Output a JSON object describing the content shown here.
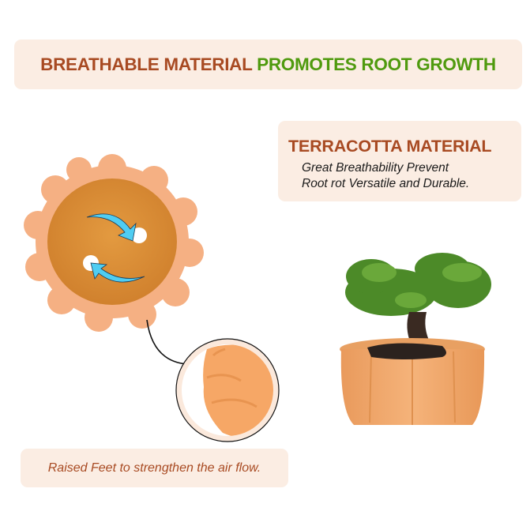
{
  "banner": {
    "part1": "BREATHABLE MATERIAL",
    "part2": "PROMOTES ROOT GROWTH",
    "colors": {
      "part1": "#a84a22",
      "part2": "#4f9a0e",
      "background": "#fbede3"
    }
  },
  "feature": {
    "title": "TERRACOTTA MATERIAL",
    "description_lines": [
      "Great Breathability Prevent",
      "Root rot Versatile and Durable."
    ]
  },
  "note": {
    "text": "Raised Feet to strengthen the air flow."
  },
  "images": {
    "pot_top_view": "terracotta-pot-top-view-with-drainage-holes",
    "drainage_arrows": "blue-curved-arrows-icon",
    "zoom_detail": "raised-feet-closeup",
    "bonsai": "bonsai-tree-in-terracotta-pot"
  },
  "colors": {
    "terracotta": "#f2a36e",
    "terracotta_inner": "#dc8a34",
    "arrow_blue": "#4fcdf2",
    "foliage": "#4f8f2a"
  }
}
